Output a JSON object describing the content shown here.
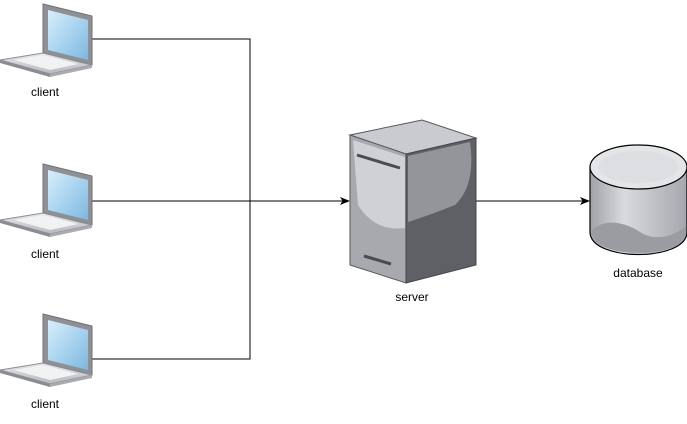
{
  "nodes": {
    "client_1": {
      "label": "client",
      "icon": "laptop-icon"
    },
    "client_2": {
      "label": "client",
      "icon": "laptop-icon"
    },
    "client_3": {
      "label": "client",
      "icon": "laptop-icon"
    },
    "server": {
      "label": "server",
      "icon": "server-tower-icon"
    },
    "database": {
      "label": "database",
      "icon": "database-cylinder-icon"
    }
  },
  "edges": [
    {
      "from": "client_1",
      "to": "server"
    },
    {
      "from": "client_2",
      "to": "server"
    },
    {
      "from": "client_3",
      "to": "server"
    },
    {
      "from": "server",
      "to": "database"
    }
  ],
  "colors": {
    "connector": "#000000",
    "screen": "#a9d4f0",
    "laptop_body": "#d6d8dc",
    "server_front": "#5e6066",
    "server_top": "#c4c6cb",
    "database_body": "#bdbfc4"
  }
}
